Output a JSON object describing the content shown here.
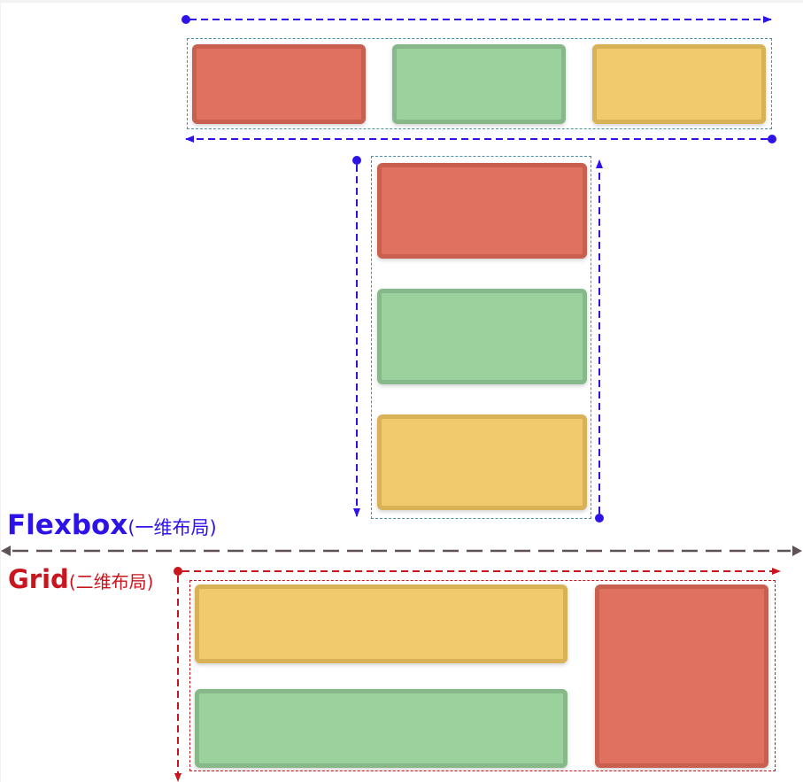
{
  "flexbox": {
    "label": "Flexbox",
    "sub_label": "(一维布局)",
    "row_items": [
      "red",
      "green",
      "yellow"
    ],
    "column_items": [
      "red",
      "green",
      "yellow"
    ]
  },
  "grid": {
    "label": "Grid",
    "sub_label": "(二维布局)",
    "items": [
      "yellow",
      "green",
      "red"
    ]
  },
  "colors": {
    "red": "#e07060",
    "red_border": "#c9604f",
    "green": "#9ad19c",
    "green_border": "#87b889",
    "yellow": "#f0ca6c",
    "yellow_border": "#d9b156",
    "flex_accent": "#2d13e8",
    "grid_accent": "#c9151d",
    "divider": "#5e5256",
    "container_border": "#4a8fb0"
  }
}
